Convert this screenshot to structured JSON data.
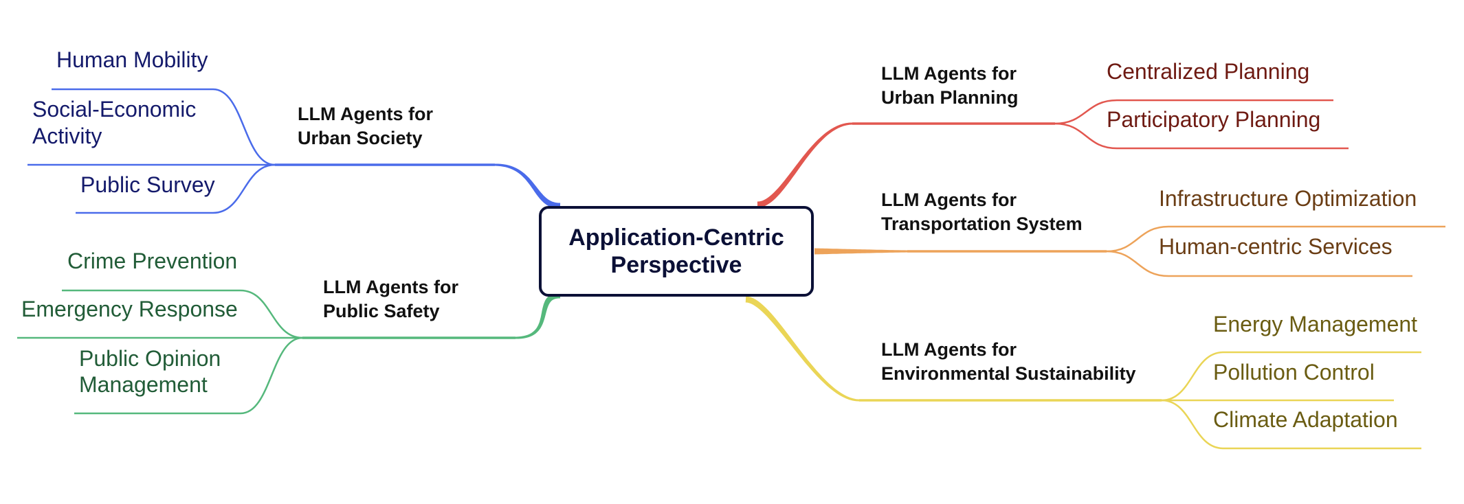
{
  "root": {
    "lines": [
      "Application-Centric",
      "Perspective"
    ]
  },
  "branches": [
    {
      "id": "urban-society",
      "lines": [
        "LLM Agents for",
        "Urban Society"
      ],
      "color": "#4a6bea",
      "text_color": "#141a6b",
      "leaves": [
        {
          "lines": [
            "Human Mobility"
          ]
        },
        {
          "lines": [
            "Social-Economic",
            "Activity"
          ]
        },
        {
          "lines": [
            "Public Survey"
          ]
        }
      ]
    },
    {
      "id": "public-safety",
      "lines": [
        "LLM Agents for",
        "Public Safety"
      ],
      "color": "#55b87c",
      "text_color": "#215c37",
      "leaves": [
        {
          "lines": [
            "Crime Prevention"
          ]
        },
        {
          "lines": [
            "Emergency Response"
          ]
        },
        {
          "lines": [
            "Public Opinion",
            "Management"
          ]
        }
      ]
    },
    {
      "id": "urban-planning",
      "lines": [
        "LLM Agents for",
        "Urban Planning"
      ],
      "color": "#e2574f",
      "text_color": "#6e1a12",
      "leaves": [
        {
          "lines": [
            "Centralized Planning"
          ]
        },
        {
          "lines": [
            "Participatory  Planning"
          ]
        }
      ]
    },
    {
      "id": "transportation",
      "lines": [
        "LLM Agents for",
        "Transportation System"
      ],
      "color": "#eda35a",
      "text_color": "#6a3d14",
      "leaves": [
        {
          "lines": [
            "Infrastructure Optimization"
          ]
        },
        {
          "lines": [
            "Human-centric Services"
          ]
        }
      ]
    },
    {
      "id": "environment",
      "lines": [
        "LLM Agents for",
        "Environmental Sustainability"
      ],
      "color": "#ead556",
      "text_color": "#6a5c12",
      "leaves": [
        {
          "lines": [
            "Energy Management"
          ]
        },
        {
          "lines": [
            "Pollution Control"
          ]
        },
        {
          "lines": [
            "Climate Adaptation"
          ]
        }
      ]
    }
  ]
}
